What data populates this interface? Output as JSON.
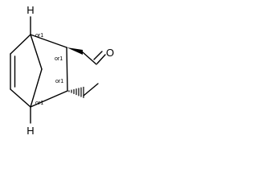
{
  "molecule": {
    "atom_labels": {
      "h_top": "H",
      "h_bottom": "H",
      "oxygen": "O"
    },
    "stereo_labels": {
      "c1": "or1",
      "c2": "or1",
      "c3": "or1",
      "c4": "or1"
    },
    "colors": {
      "bond": "#000000",
      "background": "#ffffff"
    }
  }
}
